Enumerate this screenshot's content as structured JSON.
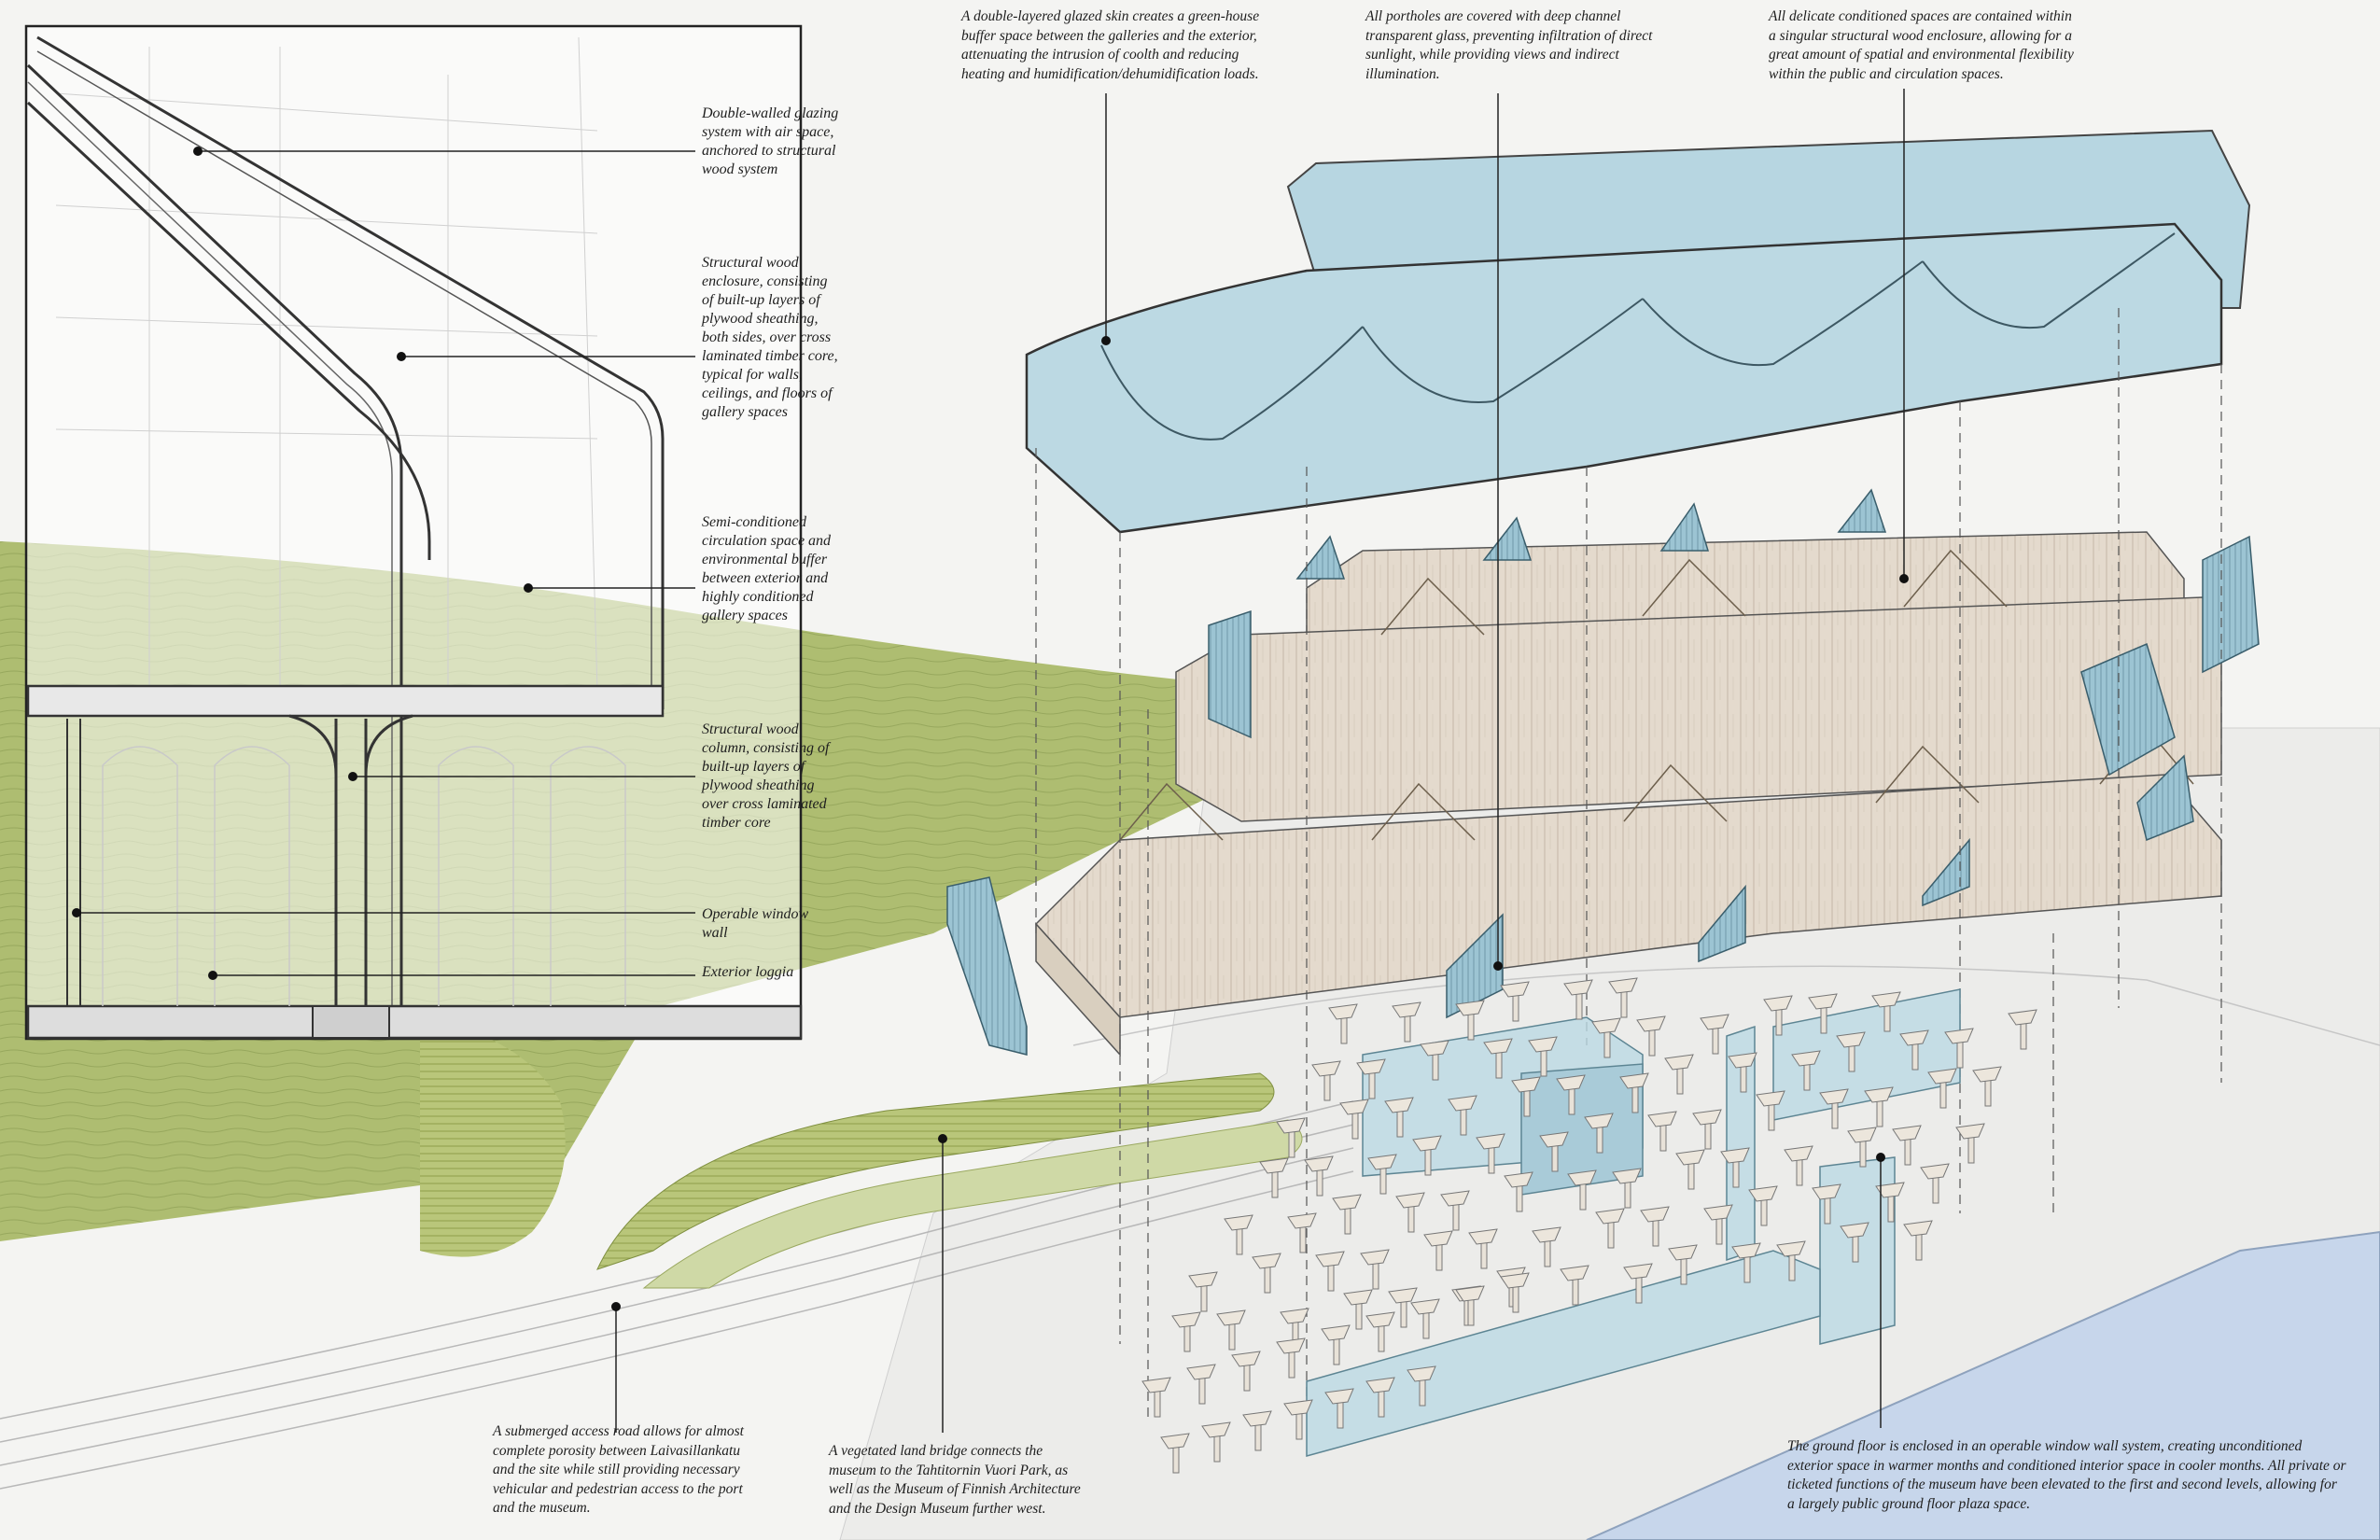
{
  "colors": {
    "background": "#f4f4f2",
    "grass": "#9fb15a",
    "glass": "#bcd9e3",
    "wood": "#e3d9cc",
    "water": "#c7d6eb",
    "line": "#222222"
  },
  "notes": {
    "glazed_skin": "A double-layered glazed skin creates a green-house buffer space between the galleries and the exterior, attenuating the intrusion of coolth and reducing heating and humidification/dehumidification loads.",
    "portholes": "All portholes are covered with deep channel transparent glass, preventing infiltration of direct sunlight, while providing views and indirect illumination.",
    "conditioned_spaces": "All delicate conditioned spaces are contained within a singular structural wood enclosure, allowing for a great amount of spatial and environmental flexibility within the public and circulation spaces.",
    "access_road": "A submerged access road allows for almost complete porosity between Laivasillankatu and the site while still providing necessary vehicular and pedestrian access to the port and the museum.",
    "land_bridge": "A vegetated land bridge connects the museum to the Tahtitornin Vuori Park, as well as the Museum of Finnish Architecture and the Design Museum further west.",
    "ground_floor": "The ground floor is enclosed in an operable window wall system, creating unconditioned exterior space in warmer months and conditioned interior space in cooler months. All private or ticketed functions of the museum have been elevated to the first and second levels, allowing for a largely public ground floor plaza space."
  },
  "detail_callouts": {
    "glazing": "Double-walled glazing system with air space, anchored to structural wood system",
    "enclosure": "Structural wood enclosure, consisting of built-up layers of plywood sheathing, both sides, over cross laminated timber core, typical for walls, ceilings, and floors of gallery spaces",
    "circulation": "Semi-conditioned circulation space and environmental buffer between exterior and highly conditioned gallery spaces",
    "column": "Structural wood column, consisting of built-up layers of plywood sheathing over cross laminated timber core",
    "window_wall": "Operable window wall",
    "loggia": "Exterior loggia"
  }
}
